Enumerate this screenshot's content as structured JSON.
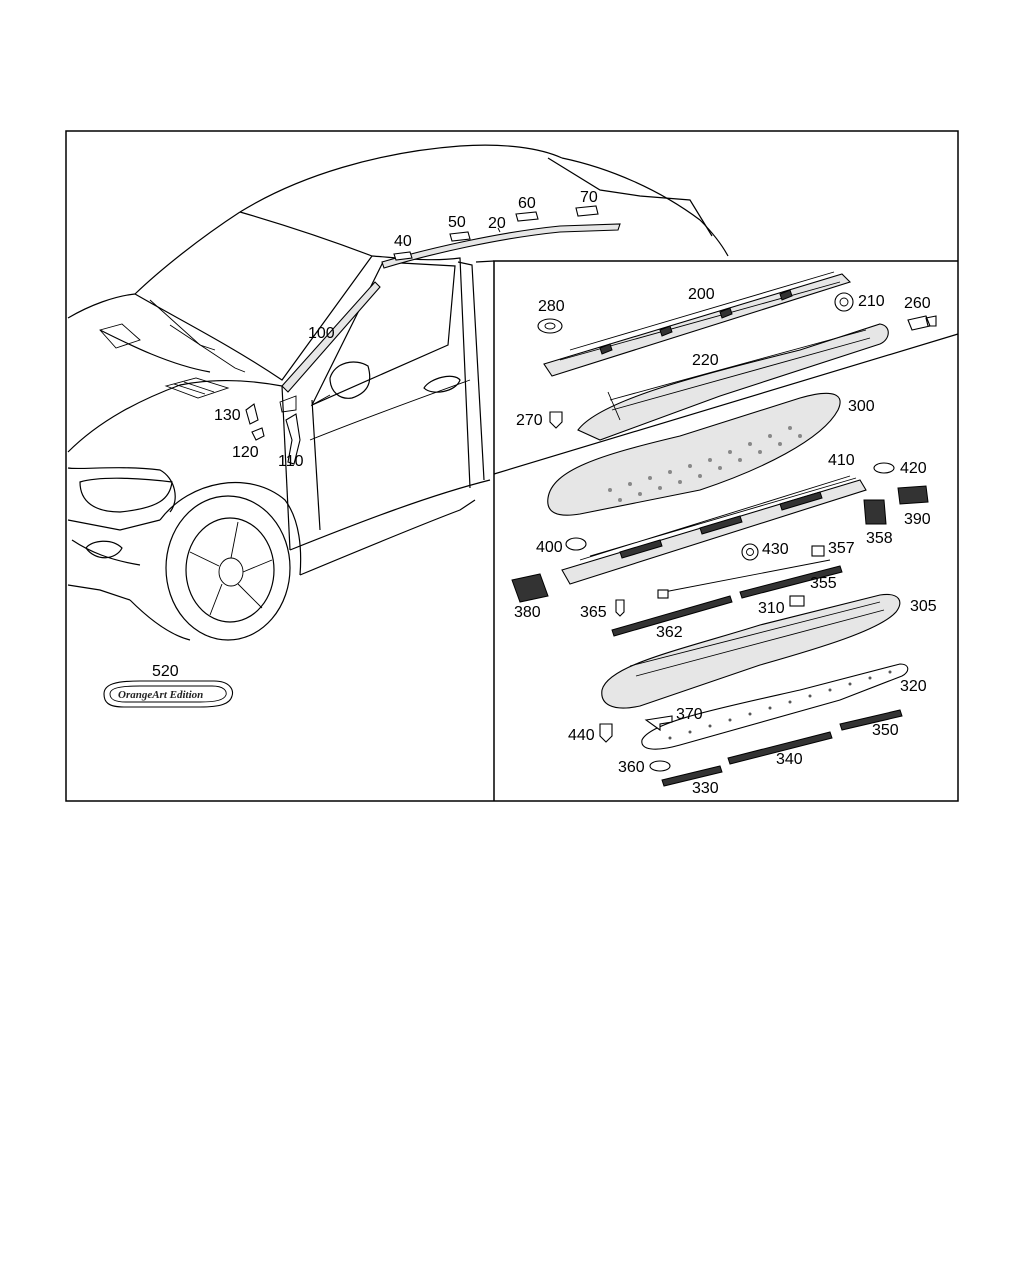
{
  "diagram": {
    "badge_text": "OrangeArt Edition",
    "labels": {
      "l20": "20",
      "l40": "40",
      "l50": "50",
      "l60": "60",
      "l70": "70",
      "l100": "100",
      "l110": "110",
      "l120": "120",
      "l130": "130",
      "l200": "200",
      "l210": "210",
      "l220": "220",
      "l260": "260",
      "l270": "270",
      "l280": "280",
      "l300": "300",
      "l305": "305",
      "l310": "310",
      "l320": "320",
      "l330": "330",
      "l340": "340",
      "l350": "350",
      "l355": "355",
      "l357": "357",
      "l358": "358",
      "l360": "360",
      "l362": "362",
      "l365": "365",
      "l370": "370",
      "l380": "380",
      "l390": "390",
      "l400": "400",
      "l410": "410",
      "l420": "420",
      "l430": "430",
      "l440": "440",
      "l520": "520"
    }
  }
}
